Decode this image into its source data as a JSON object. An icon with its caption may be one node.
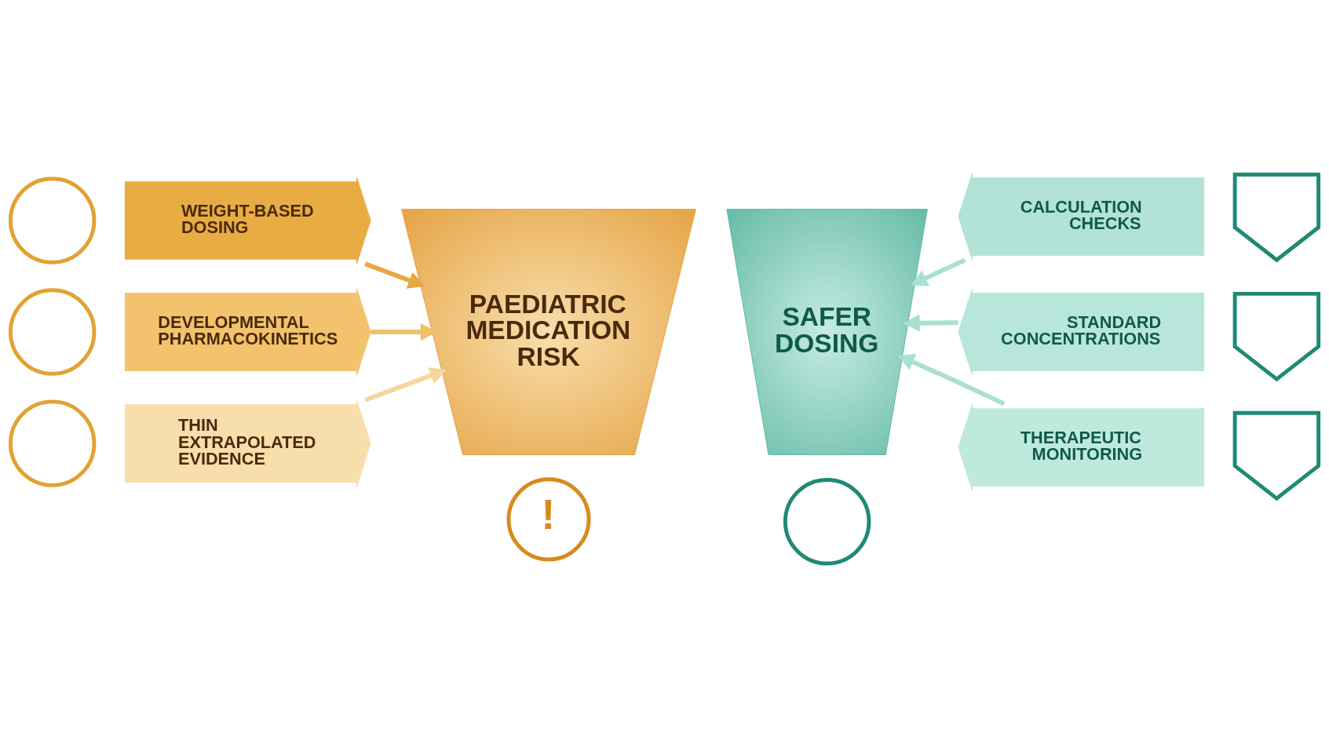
{
  "diagram": {
    "nodes": [
      {
        "text": [],
        "shape": "circle"
      },
      {
        "text": [
          "WEIGHT-BASED DOSING"
        ]
      },
      {
        "text": [],
        "shape": "circle"
      },
      {
        "text": [
          "DEVELOPMENTAL PHARMACOKINETICS"
        ]
      },
      {
        "text": [],
        "shape": "circle"
      },
      {
        "text": [
          "THIN EXTRAPOLATED EVIDENCE"
        ]
      },
      {
        "text": [
          "PAEDIATRIC MEDICATION RISK"
        ]
      },
      {
        "text": [
          "!"
        ]
      },
      {
        "text": [
          "SAFER DOSING"
        ]
      },
      {
        "text": [],
        "shape": "circle"
      },
      {
        "text": [
          "CALCULATION CHECKS"
        ]
      },
      {
        "text": [],
        "shape": "shield"
      },
      {
        "text": [
          "STANDARD CONCENTRATIONS"
        ]
      },
      {
        "text": [],
        "shape": "shield"
      },
      {
        "text": [
          "THERAPEUTIC MONITORING"
        ]
      },
      {
        "text": [],
        "shape": "shield"
      }
    ],
    "edges": [
      {
        "from": 1,
        "to": 6,
        "arrow": "to",
        "color": "#e8a840"
      },
      {
        "from": 3,
        "to": 6,
        "arrow": "to",
        "color": "#f0bf68"
      },
      {
        "from": 5,
        "to": 6,
        "arrow": "to",
        "color": "#f5d69d"
      },
      {
        "from": 10,
        "to": 8,
        "arrow": "to",
        "color": "#a9e0d1"
      },
      {
        "from": 12,
        "to": 8,
        "arrow": "to",
        "color": "#a9e0d1"
      },
      {
        "from": 14,
        "to": 8,
        "arrow": "to",
        "color": "#a9e0d1"
      }
    ]
  }
}
